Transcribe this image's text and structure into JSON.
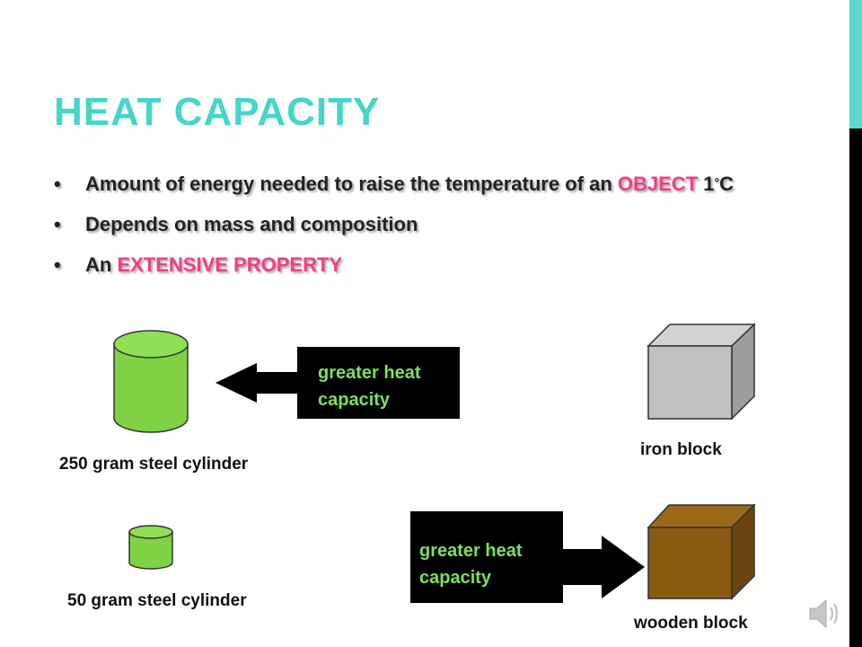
{
  "slide": {
    "title": "HEAT CAPACITY",
    "bullets": [
      {
        "bullet_char": "•",
        "prefix": "Amount of energy needed to raise the temperature of an ",
        "highlight": "OBJECT",
        "suffix": " 1",
        "degree": "°",
        "unit": "C"
      },
      {
        "bullet_char": "•",
        "text": "Depends on mass and composition"
      },
      {
        "bullet_char": "•",
        "prefix": "An ",
        "highlight": "EXTENSIVE PROPERTY"
      }
    ]
  },
  "diagram": {
    "large_cylinder_label": "250 gram steel cylinder",
    "small_cylinder_label": "50 gram steel cylinder",
    "iron_block_label": "iron block",
    "wooden_block_label": "wooden block",
    "top_box": {
      "line1": "greater heat",
      "line2": "capacity"
    },
    "bottom_box": {
      "line1": "greater heat",
      "line2": "capacity"
    }
  },
  "colors": {
    "accent": "#44d6c8",
    "highlight": "#f03e8a",
    "cylinder_green": "#7ed243",
    "box_text_green": "#7ee05a",
    "iron_gray": "#c0c0c0",
    "wood_brown": "#8a5a12"
  },
  "icons": {
    "speaker": "speaker-icon"
  }
}
